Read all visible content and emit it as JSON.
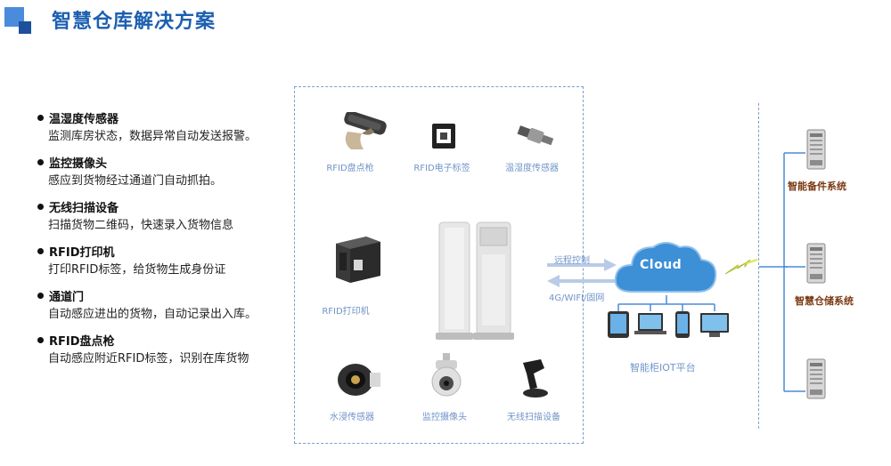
{
  "header": {
    "title": "智慧仓库解决方案"
  },
  "features": [
    {
      "title": "温湿度传感器",
      "desc": "监测库房状态，数据异常自动发送报警。"
    },
    {
      "title": "监控摄像头",
      "desc": "感应到货物经过通道门自动抓拍。"
    },
    {
      "title": "无线扫描设备",
      "desc": "扫描货物二维码，快速录入货物信息"
    },
    {
      "title": "RFID打印机",
      "desc": "打印RFID标签，给货物生成身份证"
    },
    {
      "title": "通道门",
      "desc": "自动感应进出的货物，自动记录出入库。"
    },
    {
      "title": "RFID盘点枪",
      "desc": "自动感应附近RFID标签，识别在库货物"
    }
  ],
  "devices": {
    "rfid_gun": "RFID盘点枪",
    "rfid_tag": "RFID电子标签",
    "temp_sensor": "温湿度传感器",
    "rfid_printer": "RFID打印机",
    "water_sensor": "水浸传感器",
    "camera": "监控摄像头",
    "scanner": "无线扫描设备"
  },
  "connection": {
    "remote_control": "远程控制",
    "network": "4G/WIFI/固网"
  },
  "platform": {
    "cloud_text": "Cloud",
    "label": "智能柜IOT平台"
  },
  "systems": [
    "智能备件系统",
    "智慧仓储系统",
    ""
  ],
  "colors": {
    "title": "#1b5fb0",
    "accent": "#4a8bdc",
    "label_blue": "#7094c8",
    "system_label": "#7a3a12",
    "dashed": "#7d9fd0"
  }
}
